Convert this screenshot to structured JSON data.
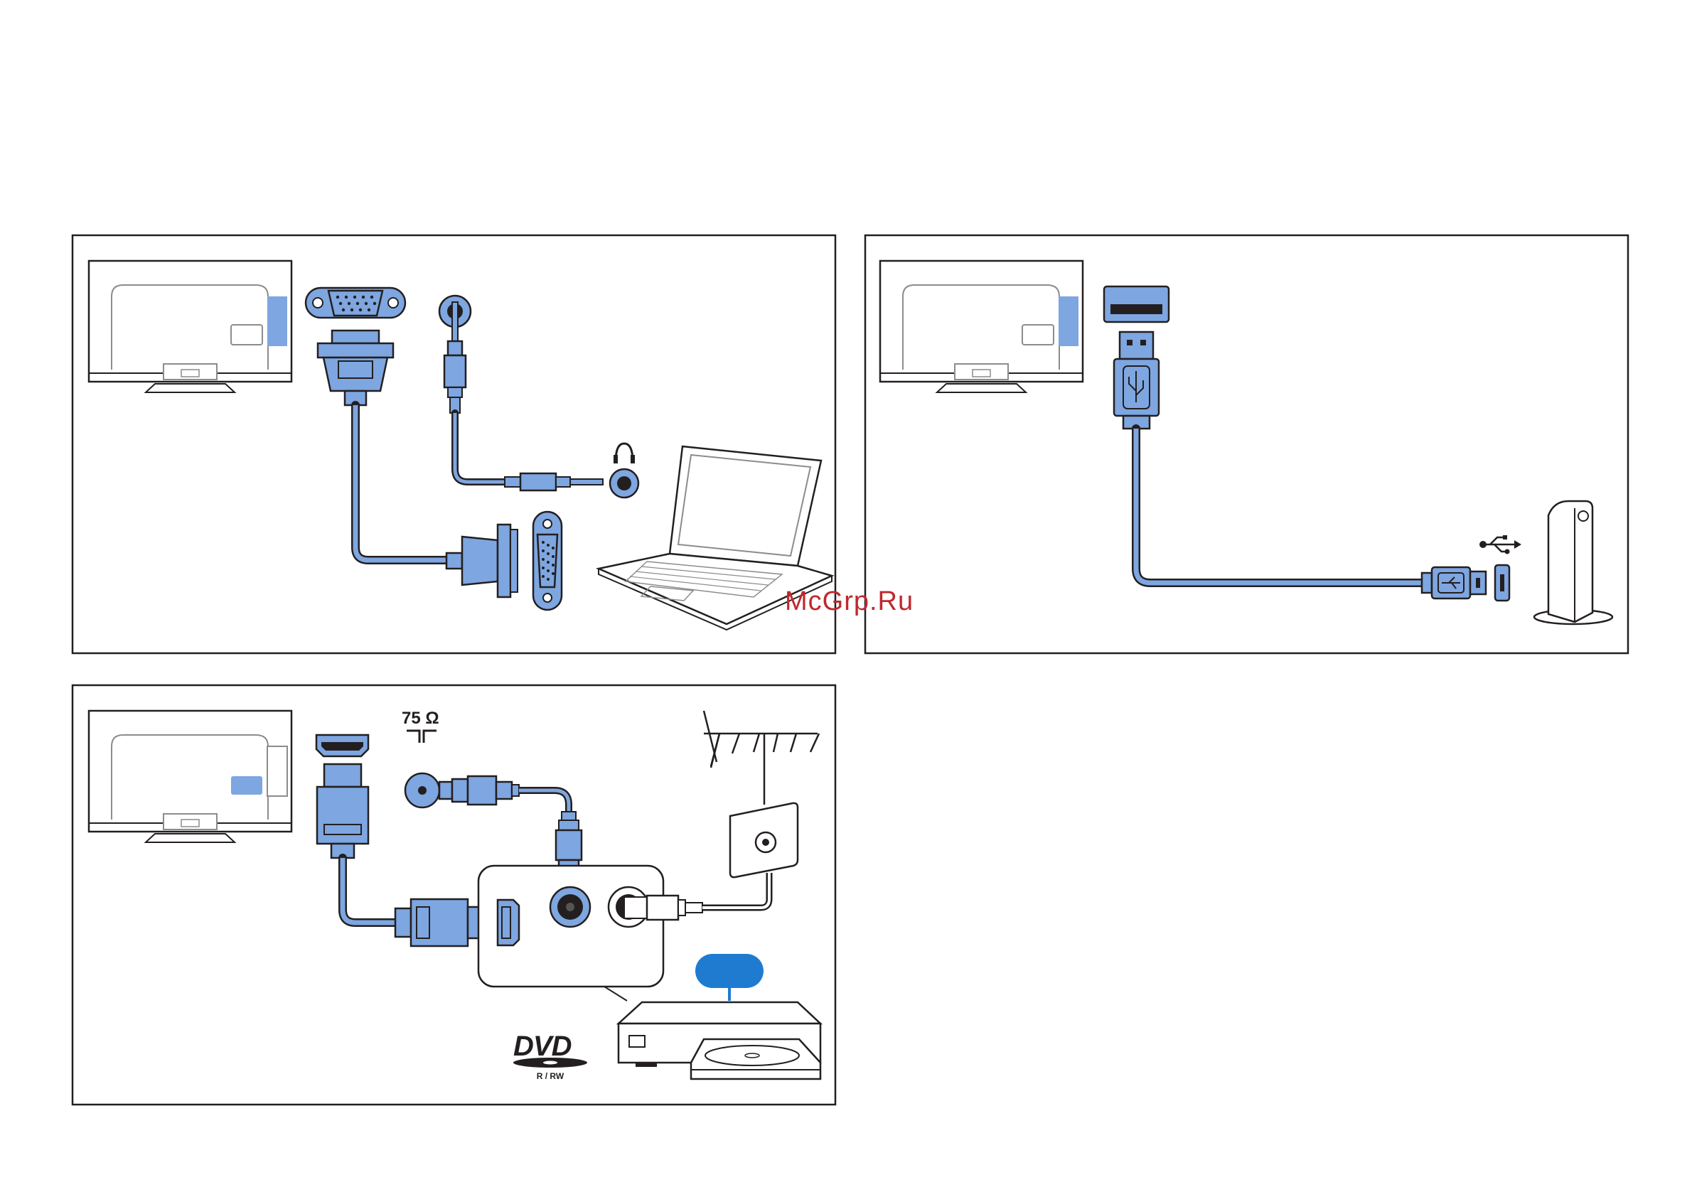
{
  "watermark": {
    "text": "McGrp.Ru",
    "color": "#c0282d"
  },
  "colors": {
    "cable": "#7ea6e0",
    "outline": "#231f20",
    "badge": "#1f7bd0",
    "panel_border": "#231f20"
  },
  "panel_vga": {
    "connectors": [
      "vga-port-icon",
      "audio-jack-icon",
      "headphone-icon",
      "laptop-icon"
    ]
  },
  "panel_usb": {
    "connectors": [
      "usb-port-icon",
      "usb-plug-icon",
      "usb-symbol-icon",
      "hard-drive-icon"
    ]
  },
  "panel_hdmi": {
    "impedance_label": "75 Ω",
    "dvd_logo_text": "DVD",
    "dvd_sub_text": "R / RW",
    "connectors": [
      "hdmi-port-icon",
      "coax-port-icon",
      "antenna-icon",
      "wall-socket-icon",
      "dvd-recorder-icon"
    ]
  }
}
